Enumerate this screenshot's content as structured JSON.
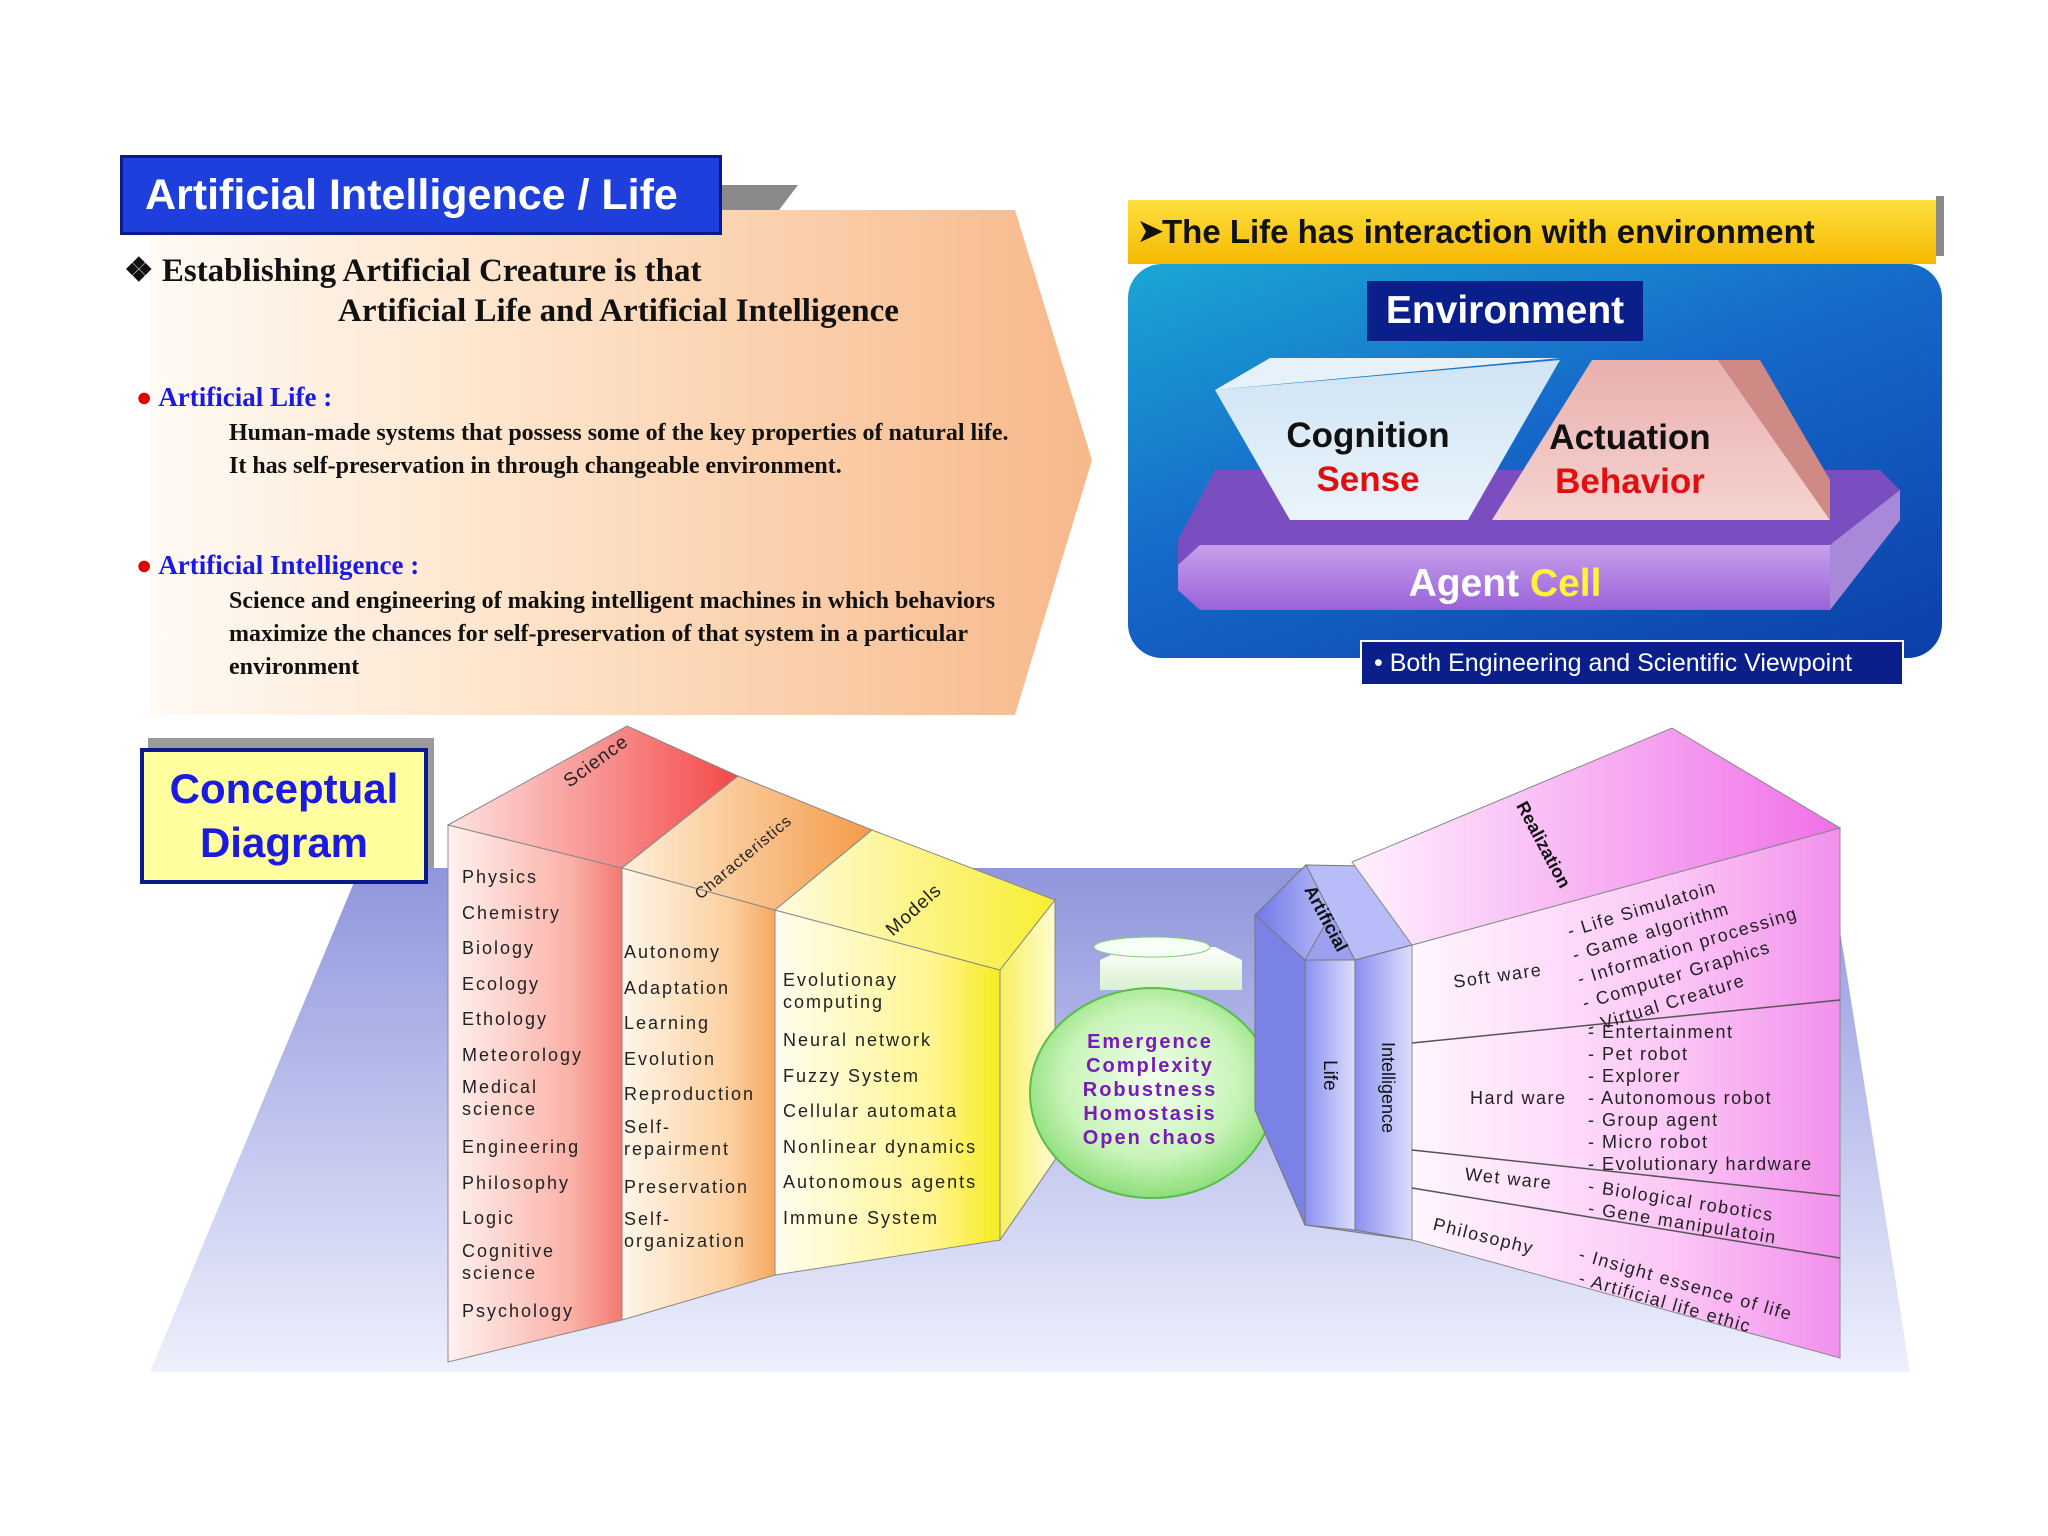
{
  "ai_life": {
    "title": "Artificial Intelligence / Life",
    "intro_line1": "Establishing Artificial Creature is that",
    "intro_line2": "Artificial Life and Artificial Intelligence",
    "life_heading": "Artificial Life :",
    "life_text": "Human-made systems that possess some of the key properties of natural life. It has self-preservation in through changeable environment.",
    "ai_heading": "Artificial Intelligence :",
    "ai_text": "Science and engineering of making intelligent machines in which behaviors maximize the chances for self-preservation of that system in a particular environment"
  },
  "environment": {
    "banner": "The Life has interaction with environment",
    "env_label": "Environment",
    "cognition": "Cognition",
    "sense": "Sense",
    "actuation": "Actuation",
    "behavior": "Behavior",
    "agent": "Agent",
    "cell": "Cell",
    "viewpoint": "• Both Engineering and Scientific Viewpoint"
  },
  "concept": {
    "title_line1": "Conceptual",
    "title_line2": "Diagram",
    "science_label": "Science",
    "characteristics_label": "Characteristics",
    "models_label": "Models",
    "science_items": [
      "Physics",
      "Chemistry",
      "Biology",
      "Ecology",
      "Ethology",
      "Meteorology",
      "Medical science",
      "Engineering",
      "Philosophy",
      "Logic",
      "Cognitive science",
      "Psychology"
    ],
    "characteristics_items": [
      "Autonomy",
      "Adaptation",
      "Learning",
      "Evolution",
      "Reproduction",
      "Self-repairment",
      "Preservation",
      "Self-organization"
    ],
    "models_items": [
      "Evolutionay computing",
      "Neural network",
      "Fuzzy System",
      "Cellular automata",
      "Nonlinear dynamics",
      "Autonomous agents",
      "Immune System"
    ],
    "center_items": [
      "Emergence",
      "Complexity",
      "Robustness",
      "Homostasis",
      "Open chaos"
    ],
    "artificial_label": "Artificial",
    "life_label": "Life",
    "intelligence_label": "Intelligence",
    "realization_label": "Realization",
    "realization": [
      {
        "category": "Soft ware",
        "items": [
          "- Life Simulatoin",
          "- Game algorithm",
          "- Information processing",
          "- Computer Graphics",
          "- Virtual Creature"
        ]
      },
      {
        "category": "Hard ware",
        "items": [
          "- Entertainment",
          "- Pet robot",
          "- Explorer",
          "- Autonomous robot",
          "- Group agent",
          "- Micro robot",
          "- Evolutionary hardware"
        ]
      },
      {
        "category": "Wet ware",
        "items": [
          "- Biological robotics",
          "- Gene manipulatoin"
        ]
      },
      {
        "category": "Philosophy",
        "items": [
          "- Insight essence of life",
          "- Artificial life ethic"
        ]
      }
    ]
  },
  "colors": {
    "title_blue": "#1f3fdc",
    "heading_blue": "#1a1ae0",
    "bullet_red": "#e00000",
    "banner_yellow": "#f5b800",
    "navy": "#0b1f8a",
    "center_purple": "#7a1ab8"
  }
}
